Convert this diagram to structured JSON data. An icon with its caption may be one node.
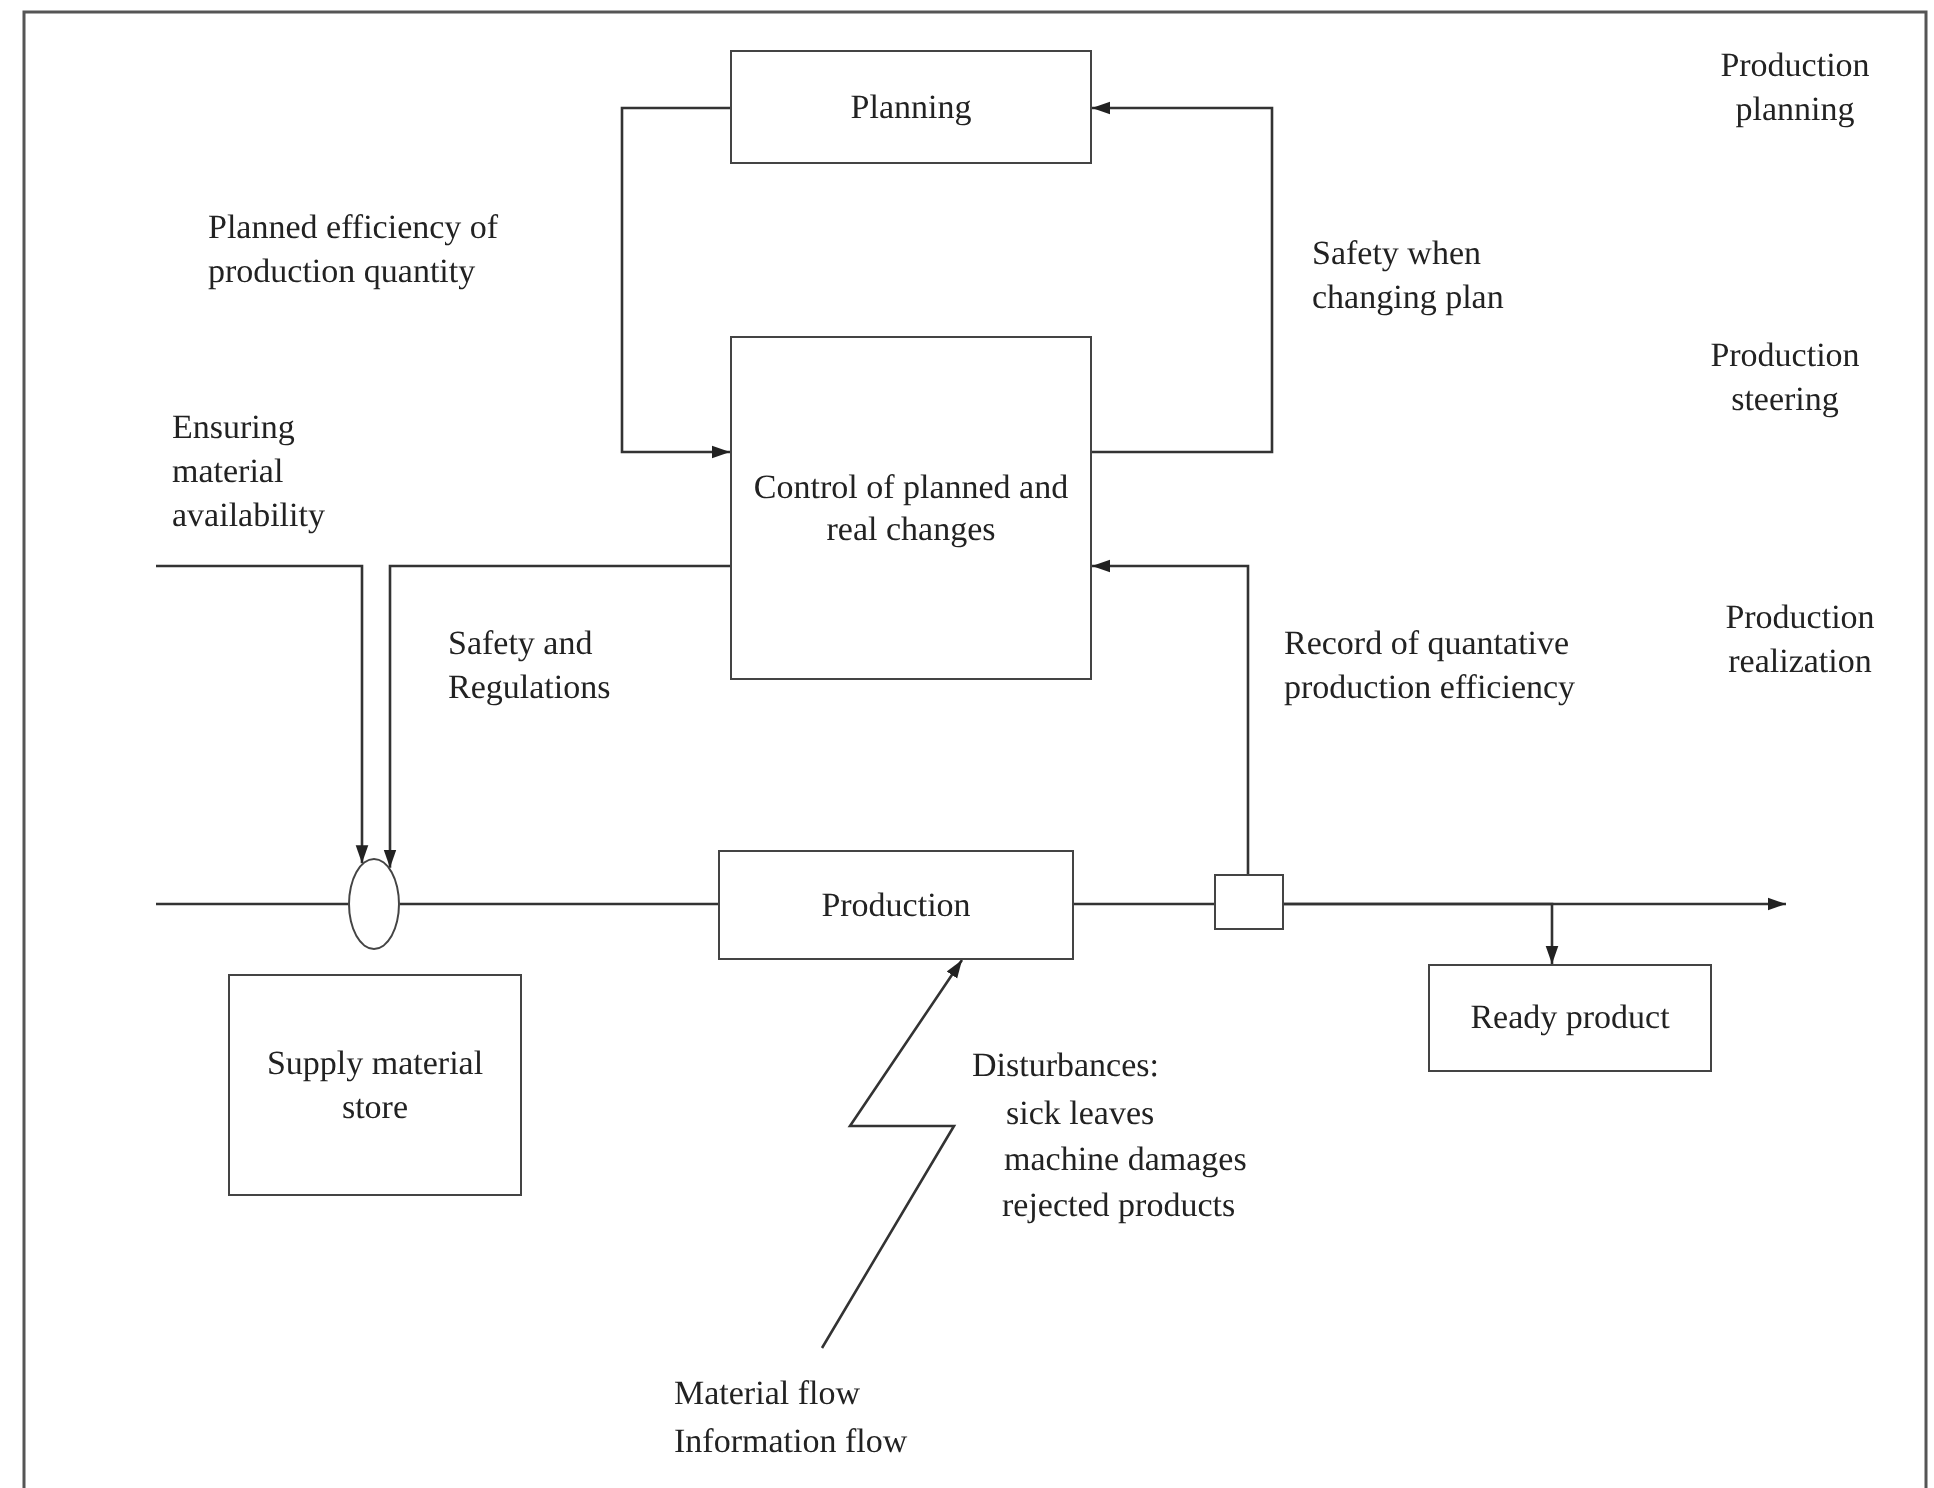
{
  "diagram": {
    "nodes": [
      {
        "text": [
          "Planning"
        ]
      },
      {
        "text": [
          "Control of planned and real changes"
        ]
      },
      {
        "text": [
          "Production"
        ]
      },
      {
        "text": [
          "Supply material store"
        ]
      },
      {
        "text": [
          "Ready product"
        ]
      },
      {
        "text": [],
        "shape": "circle"
      },
      {
        "text": [],
        "shape": "box"
      }
    ],
    "edges": [
      {
        "from": 0,
        "to": 1,
        "arrow": "to",
        "label": "Planned efficiency of production quantity"
      },
      {
        "from": 1,
        "to": 0,
        "arrow": "to",
        "label": "Safety when changing plan"
      },
      {
        "from": null,
        "to": 5,
        "arrow": "to",
        "label": "Ensuring material availability"
      },
      {
        "from": 1,
        "to": 5,
        "arrow": "to",
        "label": "Safety and Regulations"
      },
      {
        "from": 6,
        "to": 1,
        "arrow": "to",
        "label": "Record of quantative production efficiency"
      },
      {
        "from": null,
        "to": 5,
        "arrow": "none"
      },
      {
        "from": 5,
        "to": 2,
        "arrow": "none"
      },
      {
        "from": 2,
        "to": 6,
        "arrow": "none"
      },
      {
        "from": 6,
        "to": null,
        "arrow": "to"
      },
      {
        "from": 6,
        "to": 4,
        "arrow": "to"
      },
      {
        "from": null,
        "to": 2,
        "arrow": "to"
      }
    ],
    "labels": [
      "Production planning",
      "Production steering",
      "Production realization",
      "Disturbances:",
      "sick leaves",
      "machine damages",
      "rejected products",
      "Material flow",
      "Information flow"
    ]
  }
}
